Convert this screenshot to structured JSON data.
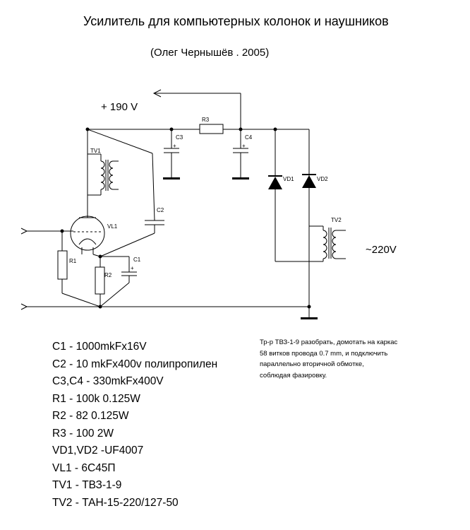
{
  "title": "Усилитель для компьютерных колонок и наушников",
  "subtitle": "(Олег Чернышёв . 2005)",
  "schematic": {
    "supply_label": "+ 190 V",
    "mains_label": "~220V",
    "ref_r3": "R3",
    "ref_c3": "C3",
    "ref_c4": "C4",
    "ref_tv1": "TV1",
    "ref_c2": "C2",
    "ref_vl1": "VL1",
    "ref_r1": "R1",
    "ref_r2": "R2",
    "ref_c1": "C1",
    "ref_vd1": "VD1",
    "ref_vd2": "VD2",
    "ref_tv2": "TV2",
    "plus": "+"
  },
  "parts_list": [
    "C1  - 1000mkFx16V",
    "C2  - 10 mkFx400v полипропилен",
    "C3,C4 - 330mkFx400V",
    "R1  - 100k 0.125W",
    "R2  - 82  0.125W",
    "R3  - 100  2W",
    "VD1,VD2 -UF4007",
    "VL1  - 6C45П",
    "TV1  - ТВЗ-1-9",
    "TV2  - ТАН-15-220/127-50"
  ],
  "note_lines": [
    "Тр-р ТВЗ-1-9 разобрать, домотать на каркас",
    "58 витков провода 0.7 mm, и подключить",
    "параллельно вторичной обмотке,",
    "соблюдая фазировку."
  ]
}
